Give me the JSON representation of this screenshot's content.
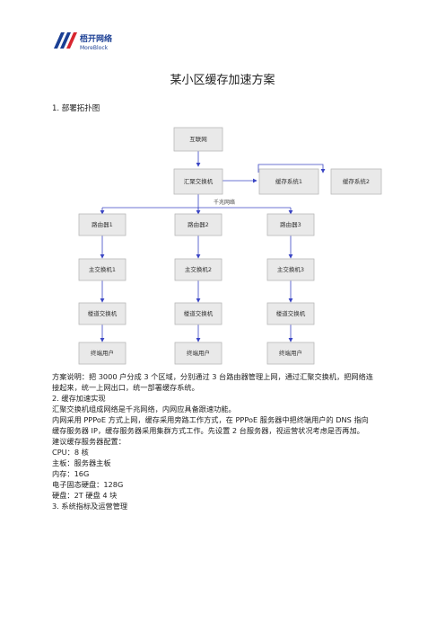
{
  "header": {
    "brand_cn": "梧开网络",
    "brand_en": "MoreBlock"
  },
  "doc": {
    "title": "某小区缓存加速方案",
    "section1_heading": "1. 部署拓扑图"
  },
  "diagram": {
    "internet": "互联网",
    "aggregation_switch": "汇聚交换机",
    "cache_system_1": "缓存系统1",
    "cache_system_2": "缓存系统2",
    "gigabit_label": "千兆网络",
    "routers": [
      "路由器1",
      "路由器2",
      "路由器3"
    ],
    "core_switches": [
      "主交换机1",
      "主交换机2",
      "主交换机3"
    ],
    "corridor_switches": [
      "楼道交换机",
      "楼道交换机",
      "楼道交换机"
    ],
    "end_users": [
      "终端用户",
      "终端用户",
      "终端用户"
    ],
    "box_border_color": "#b8b8b8",
    "box_fill_color": "#e9e9e9",
    "arrow_color": "#3b46c4"
  },
  "body": {
    "lines": [
      "方案说明：把 3000 户分成 3 个区域，分别通过 3 台路由器管理上网，通过汇聚交换机，把网络连",
      "接起来，统一上网出口，统一部署缓存系统。",
      "2. 缓存加速实现",
      "汇聚交换机组成网络是千兆网络，内网应具备跟速功能。",
      "内网采用 PPPoE 方式上网，缓存采用旁路工作方式，在 PPPoE 服务器中把终端用户的 DNS 指向",
      "缓存服务器 IP，缓存服务器采用集群方式工作。先设置 2 台服务器，视运营状况考虑是否再加。",
      "建议缓存服务器配置：",
      "CPU：8 核",
      "主板：服务器主板",
      "内存：16G",
      "电子固态硬盘：128G",
      "硬盘：2T 硬盘 4 块",
      "3. 系统指标及运营管理"
    ]
  }
}
